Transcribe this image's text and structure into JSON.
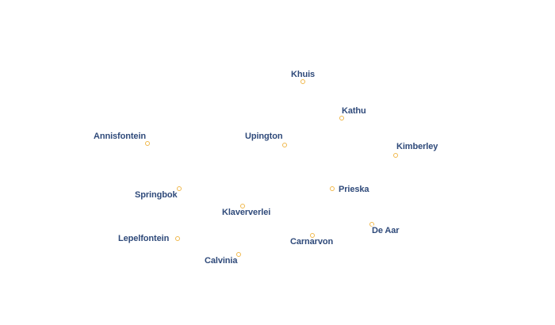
{
  "map": {
    "places": [
      {
        "name": "Khuis"
      },
      {
        "name": "Kathu"
      },
      {
        "name": "Annisfontein"
      },
      {
        "name": "Upington"
      },
      {
        "name": "Kimberley"
      },
      {
        "name": "Springbok"
      },
      {
        "name": "Prieska"
      },
      {
        "name": "Klaververlei"
      },
      {
        "name": "De Aar"
      },
      {
        "name": "Lepelfontein"
      },
      {
        "name": "Carnarvon"
      },
      {
        "name": "Calvinia"
      }
    ],
    "colors": {
      "marker": "#f0b84c",
      "label": "#2f4a7a",
      "background": "#ffffff"
    }
  }
}
